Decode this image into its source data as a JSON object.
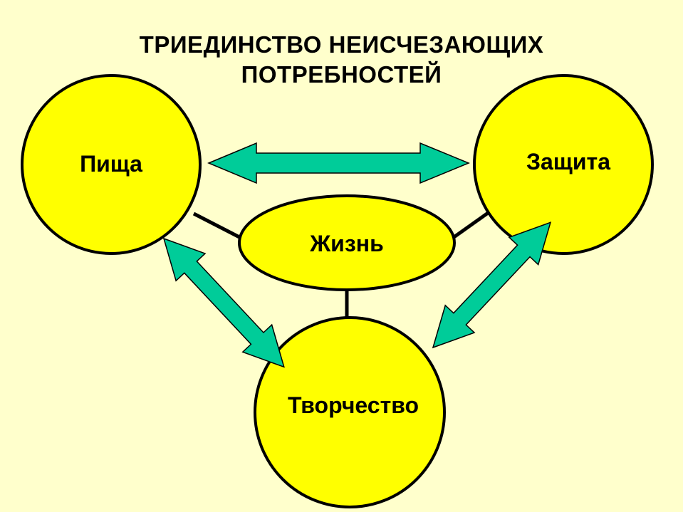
{
  "title": {
    "line1": "ТРИЕДИНСТВО НЕИСЧЕЗАЮЩИХ",
    "line2": "ПОТРЕБНОСТЕЙ"
  },
  "nodes": {
    "food": "Пища",
    "protection": "Защита",
    "life": "Жизнь",
    "creativity": "Творчество"
  },
  "colors": {
    "background": "#ffffcc",
    "node_fill": "#ffff00",
    "arrow_fill": "#00cc99",
    "outline": "#000000"
  }
}
